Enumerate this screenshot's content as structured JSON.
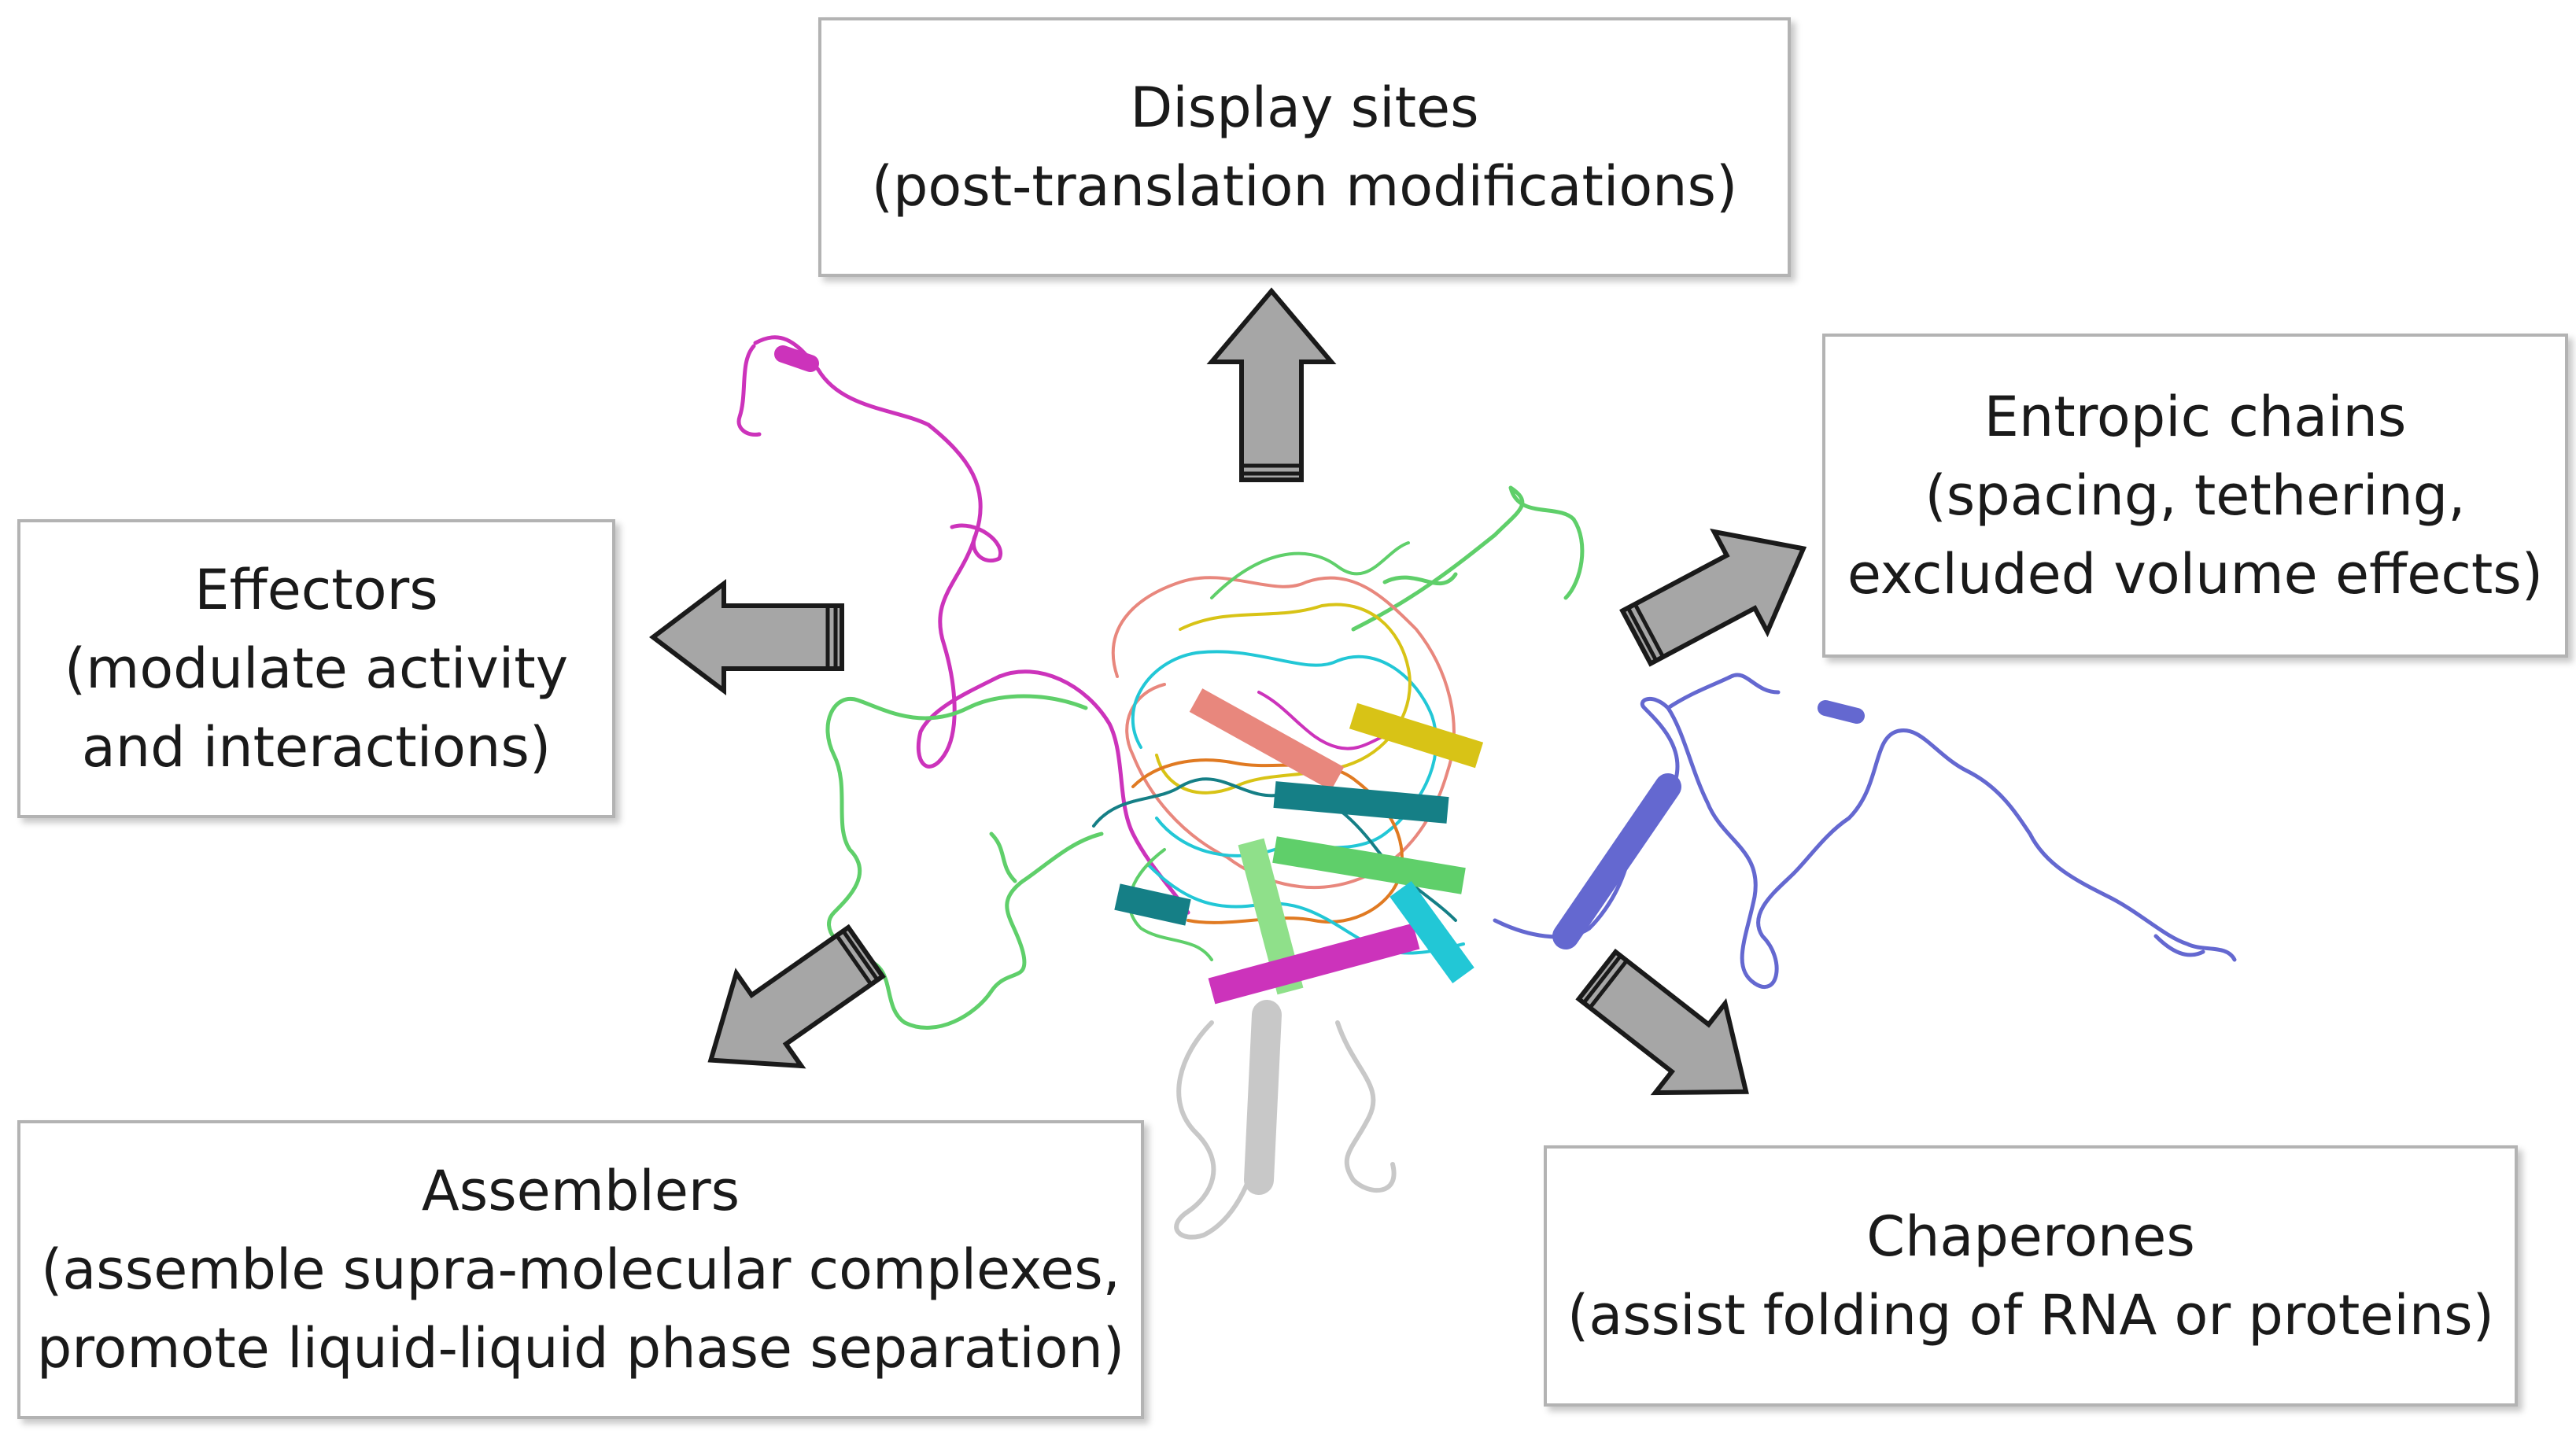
{
  "boxes": {
    "display": {
      "title": "Display sites",
      "subtitle": "(post-translation modifications)"
    },
    "entropic": {
      "title": "Entropic chains",
      "line2": "(spacing, tethering,",
      "line3": "excluded volume effects)"
    },
    "effectors": {
      "title": "Effectors",
      "line2": "(modulate activity",
      "line3": "and interactions)"
    },
    "assemblers": {
      "title": "Assemblers",
      "line2": "(assemble supra-molecular complexes,",
      "line3": "promote liquid-liquid phase separation)"
    },
    "chaperones": {
      "title": "Chaperones",
      "subtitle": "(assist folding of RNA or proteins)"
    }
  },
  "colors": {
    "arrow_fill": "#a6a6a6",
    "arrow_stroke": "#1a1a1a",
    "box_border": "#b3b3b3",
    "chain_magenta": "#cc33bb",
    "chain_green": "#5fcf6a",
    "chain_cyan": "#22c7d6",
    "chain_teal": "#157f86",
    "chain_salmon": "#e8877d",
    "chain_yellow": "#d8c316",
    "chain_orange": "#e07a22",
    "chain_blue": "#6468d0",
    "chain_gray": "#c8c8c8"
  }
}
